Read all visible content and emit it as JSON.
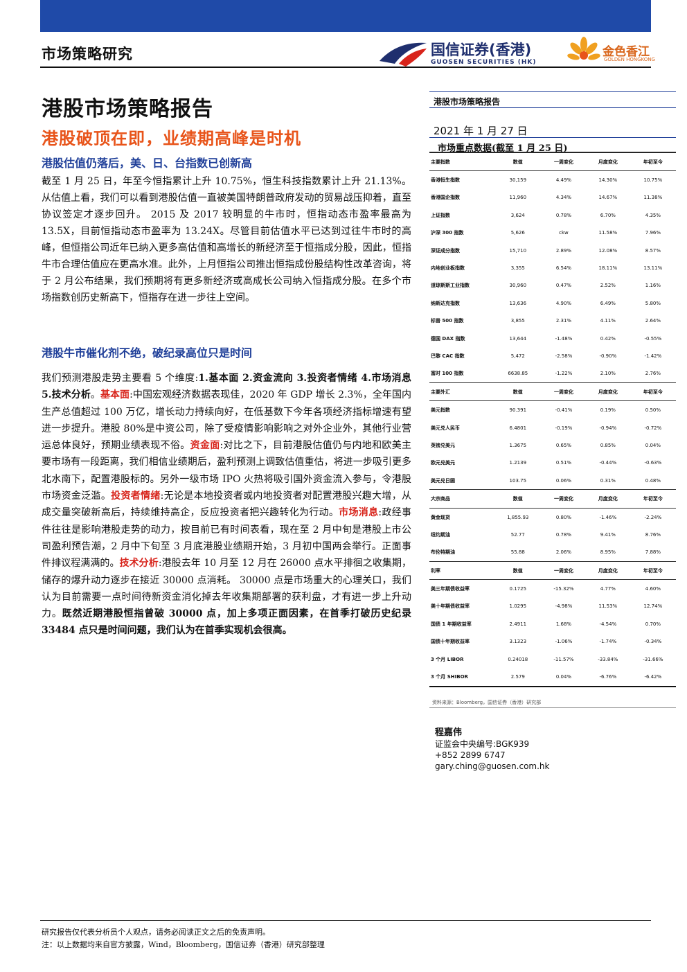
{
  "header": {
    "series": "市场策略研究",
    "logo_cn": "国信证券(香港)",
    "logo_en": "GUOSEN SECURITIES (HK)",
    "logo2_cn": "金色香江",
    "logo2_en": "GOLDEN HONGKONG"
  },
  "doc": {
    "title": "港股市场策略报告",
    "subtitle": "港股破顶在即，业绩期高峰是时机"
  },
  "section1": {
    "heading": "港股估值仍落后，美、日、台指数已创新高",
    "text": "截至 1 月 25 日，年至今恒指累计上升 10.75%，恒生科技指数累计上升 21.13%。从估值上看，我们可以看到港股估值一直被美国特朗普政府发动的贸易战压抑着，直至协议签定才逐步回升。 2015 及 2017 较明显的牛市时，恒指动态市盈率最高为 13.5X，目前恒指动态市盈率为 13.24X。尽管目前估值水平已达到过往牛市时的高峰，但恒指公司近年已纳入更多高估值和高增长的新经济至于恒指成分股，因此，恒指牛市合理估值应在更高水准。此外，上月恒指公司推出恒指成份股结构性改革咨询，将于 2 月公布结果，我们预期将有更多新经济或高成长公司纳入恒指成分股。在多个市场指数创历史新高下，恒指存在进一步往上空间。"
  },
  "section2": {
    "heading": "港股牛市催化剂不绝，破纪录高位只是时间",
    "p1": "我们预测港股走势主要看 5 个维度:",
    "p1_bold": "1.基本面 2.资金流向 3.投资者情绪 4.市场消息 5.技术分析",
    "p1_end": "。",
    "k1": "基本面",
    "t1": ":中国宏观经济数据表现佳，2020 年 GDP 增长 2.3%，全年国内生产总值超过 100 万亿，增长动力持续向好，在低基数下今年各项经济指标增速有望进一步提升。港股 80%是中资公司，除了受疫情影响影响之对外企业外，其他行业营运总体良好，预期业绩表现不俗。",
    "k2": "资金面",
    "t2": ":对比之下，目前港股估值仍与内地和欧美主要市场有一段距离，我们相信业绩期后，盈利预测上调致估值重估，将进一步吸引更多北水南下，配置港股标的。另外一级市场 IPO 火热将吸引国外资金流入参与，令港股市场资金泛滥。",
    "k3": "投资者情绪",
    "t3": ":无论是本地投资者或内地投资者对配置港股兴趣大增，从成交量突破新高后，持续维持高企，反应投资者把兴趣转化为行动。",
    "k4": "市场消息",
    "t4": ":政经事件往往是影响港股走势的动力，按目前已有时间表看，现在至 2 月中旬是港股上市公司盈利预告潮，2 月中下旬至 3 月底港股业绩期开始，3 月初中国两会举行。正面事件排议程满满的。",
    "k5": "技术分析",
    "t5": ":港股去年 10 月至 12 月在 26000 点水平排徊之收集期，储存的爆升动力逐步在接近 30000 点消耗。 30000 点是市场重大的心理关口，我们认为目前需要一点时间待新资金消化掉去年收集期部署的获利盘，才有进一步上升动力。",
    "conclusion": "既然近期港股恒指曾破 30000 点，加上多项正面因素，在首季打破历史纪录 33484 点只是时间问题，我们认为在首季实现机会很高。"
  },
  "sidebar": {
    "label": "港股市场策略报告",
    "date": "2021 年 1 月 27 日",
    "table_title": "市场重点数据(截至 1 月 25 日)",
    "source": "资料来源：Bloomberg，国信证券（香港）研究部"
  },
  "market_table": [
    {
      "type": "hdr",
      "cells": [
        "主要指数",
        "数值",
        "一周变化",
        "月度变化",
        "年初至今"
      ]
    },
    {
      "type": "row",
      "cells": [
        "香港恒生指数",
        "30,159",
        "4.49%",
        "14.30%",
        "10.75%"
      ]
    },
    {
      "type": "row",
      "cells": [
        "香港国企指数",
        "11,960",
        "4.34%",
        "14.67%",
        "11.38%"
      ]
    },
    {
      "type": "row",
      "cells": [
        "上证指数",
        "3,624",
        "0.78%",
        "6.70%",
        "4.35%"
      ]
    },
    {
      "type": "row",
      "cells": [
        "沪深 300 指数",
        "5,626",
        "ckw",
        "11.58%",
        "7.96%"
      ]
    },
    {
      "type": "row",
      "cells": [
        "深证成分指数",
        "15,710",
        "2.89%",
        "12.08%",
        "8.57%"
      ]
    },
    {
      "type": "row",
      "cells": [
        "内地创业板指数",
        "3,355",
        "6.54%",
        "18.11%",
        "13.11%"
      ]
    },
    {
      "type": "row",
      "cells": [
        "道琼斯斯工业指数",
        "30,960",
        "0.47%",
        "2.52%",
        "1.16%"
      ]
    },
    {
      "type": "row",
      "cells": [
        "纳斯达克指数",
        "13,636",
        "4.90%",
        "6.49%",
        "5.80%"
      ]
    },
    {
      "type": "row",
      "cells": [
        "标普 500 指数",
        "3,855",
        "2.31%",
        "4.11%",
        "2.64%"
      ]
    },
    {
      "type": "row",
      "cells": [
        "德国 DAX 指数",
        "13,644",
        "-1.48%",
        "0.42%",
        "-0.55%"
      ]
    },
    {
      "type": "row",
      "cells": [
        "巴黎 CAC 指数",
        "5,472",
        "-2.58%",
        "-0.90%",
        "-1.42%"
      ]
    },
    {
      "type": "row",
      "cells": [
        "富时 100 指数",
        "6638.85",
        "-1.22%",
        "2.10%",
        "2.76%"
      ]
    },
    {
      "type": "hdr",
      "cells": [
        "主要外汇",
        "数值",
        "一周变化",
        "月度变化",
        "年初至今"
      ]
    },
    {
      "type": "row",
      "cells": [
        "美元指数",
        "90.391",
        "-0.41%",
        "0.19%",
        "0.50%"
      ]
    },
    {
      "type": "row",
      "cells": [
        "美元兑人民币",
        "6.4801",
        "-0.19%",
        "-0.94%",
        "-0.72%"
      ]
    },
    {
      "type": "row",
      "cells": [
        "英镑兑美元",
        "1.3675",
        "0.65%",
        "0.85%",
        "0.04%"
      ]
    },
    {
      "type": "row",
      "cells": [
        "欧元兑美元",
        "1.2139",
        "0.51%",
        "-0.44%",
        "-0.63%"
      ]
    },
    {
      "type": "row",
      "cells": [
        "美元兑日圆",
        "103.75",
        "0.06%",
        "0.31%",
        "0.48%"
      ]
    },
    {
      "type": "hdr",
      "cells": [
        "大宗商品",
        "数值",
        "一周变化",
        "月度变化",
        "年初至今"
      ]
    },
    {
      "type": "row",
      "cells": [
        "黄金现货",
        "1,855.93",
        "0.80%",
        "-1.46%",
        "-2.24%"
      ]
    },
    {
      "type": "row",
      "cells": [
        "纽约期油",
        "52.77",
        "0.78%",
        "9.41%",
        "8.76%"
      ]
    },
    {
      "type": "row",
      "cells": [
        "布伦特期油",
        "55.88",
        "2.06%",
        "8.95%",
        "7.88%"
      ]
    },
    {
      "type": "hdr",
      "cells": [
        "利率",
        "数值",
        "一周变化",
        "月度变化",
        "年初至今"
      ]
    },
    {
      "type": "row",
      "cells": [
        "美三年期债收益率",
        "0.1725",
        "-15.32%",
        "4.77%",
        "4.60%"
      ]
    },
    {
      "type": "row",
      "cells": [
        "美十年期债收益率",
        "1.0295",
        "-4.98%",
        "11.53%",
        "12.74%"
      ]
    },
    {
      "type": "row",
      "cells": [
        "国债 1 年期收益率",
        "2.4911",
        "1.68%",
        "-4.54%",
        "0.70%"
      ]
    },
    {
      "type": "row",
      "cells": [
        "国债十年期收益率",
        "3.1323",
        "-1.06%",
        "-1.74%",
        "-0.34%"
      ]
    },
    {
      "type": "row",
      "cells": [
        "3 个月 LIBOR",
        "0.24018",
        "-11.57%",
        "-33.84%",
        "-31.66%"
      ]
    },
    {
      "type": "row",
      "cells": [
        "3 个月 SHIBOR",
        "2.579",
        "0.04%",
        "-6.76%",
        "-6.42%"
      ]
    }
  ],
  "analyst": {
    "name": "程嘉伟",
    "license": "证监会中央编号:BGK939",
    "phone": "+852 2899 6747",
    "email": "gary.ching@guosen.com.hk"
  },
  "footer": {
    "line1": "研究报告仅代表分析员个人观点，请务必阅读正文之后的免责声明。",
    "line2": "注：以上数据均来自官方披露，Wind，Bloomberg，国信证券（香港）研究部整理"
  },
  "colors": {
    "topbar": "#1f4aa8",
    "accent_red": "#d8241b",
    "subtitle_orange": "#e8541a",
    "heading_blue": "#1f3f99"
  }
}
